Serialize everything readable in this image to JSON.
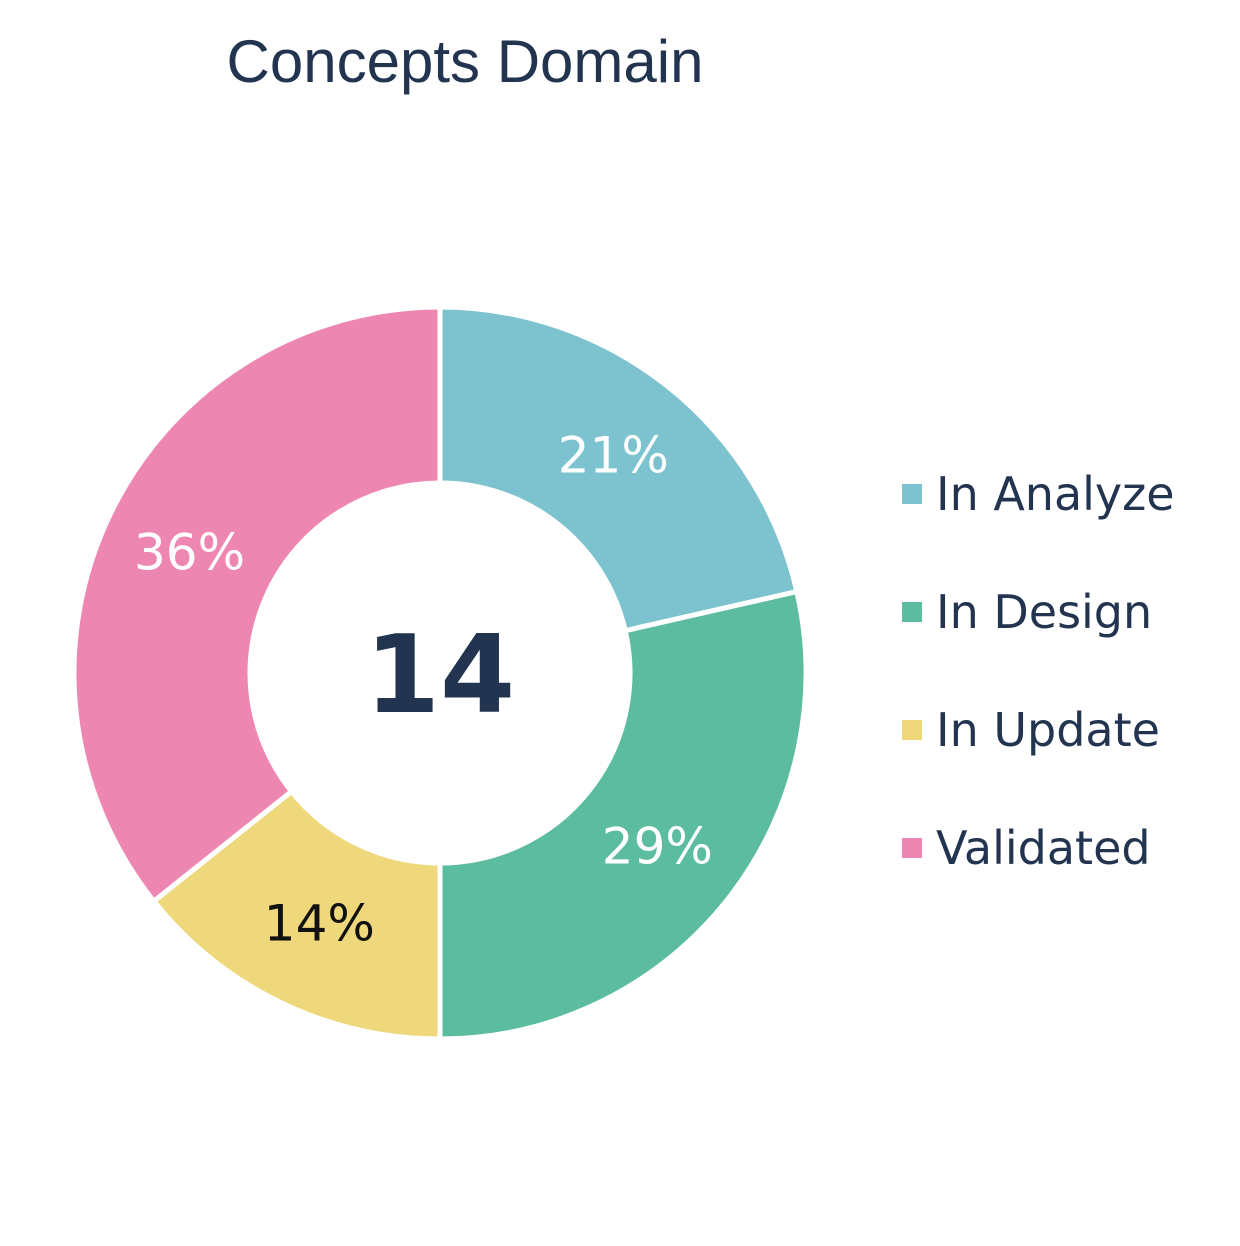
{
  "chart_data": {
    "type": "pie",
    "variant": "donut",
    "title": "Concepts Domain",
    "total": "14",
    "legend_position": "right",
    "slices": [
      {
        "label": "In Analyze",
        "value": 3,
        "percent_label": "21%",
        "color": "#7dc3cf",
        "label_color": "#ffffff"
      },
      {
        "label": "In Design",
        "value": 4,
        "percent_label": "29%",
        "color": "#5cbc9f",
        "label_color": "#ffffff"
      },
      {
        "label": "In Update",
        "value": 2,
        "percent_label": "14%",
        "color": "#efd77c",
        "label_color": "#111111"
      },
      {
        "label": "Validated",
        "value": 5,
        "percent_label": "36%",
        "color": "#ed87b1",
        "label_color": "#ffffff"
      }
    ]
  }
}
